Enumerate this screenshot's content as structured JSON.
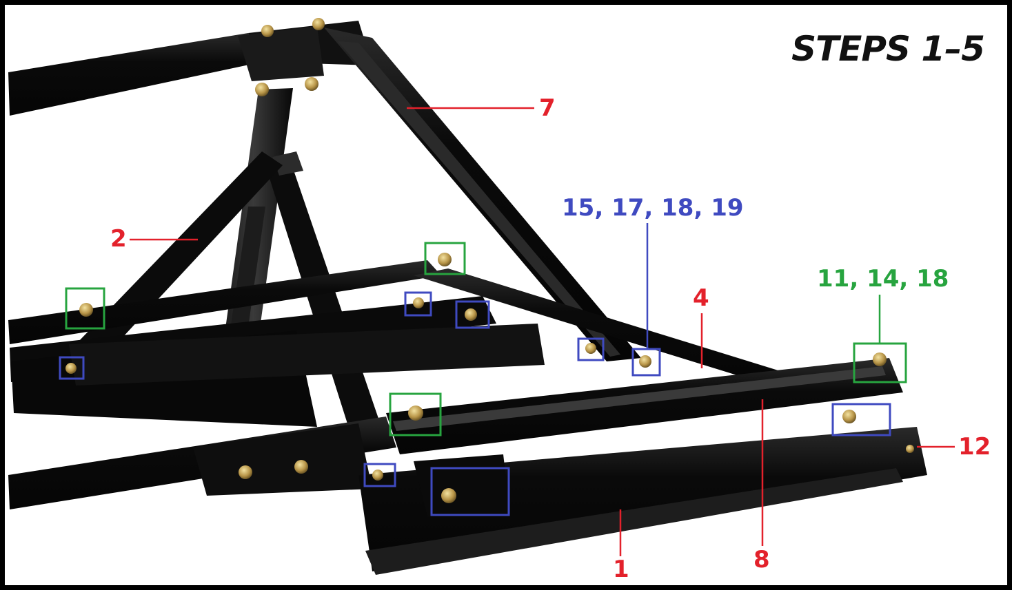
{
  "title": "STEPS 1–5",
  "colors": {
    "part_label": "#e3212b",
    "hardware_blue": "#3f4ac0",
    "hardware_green": "#27a43f",
    "frame": "#000000",
    "steel": "#0d0d0d"
  },
  "part_labels": {
    "p1": "1",
    "p2": "2",
    "p4": "4",
    "p7": "7",
    "p8": "8",
    "p12": "12"
  },
  "hardware_labels": {
    "blue_group": "15, 17, 18, 19",
    "green_group": "11, 14, 18"
  }
}
